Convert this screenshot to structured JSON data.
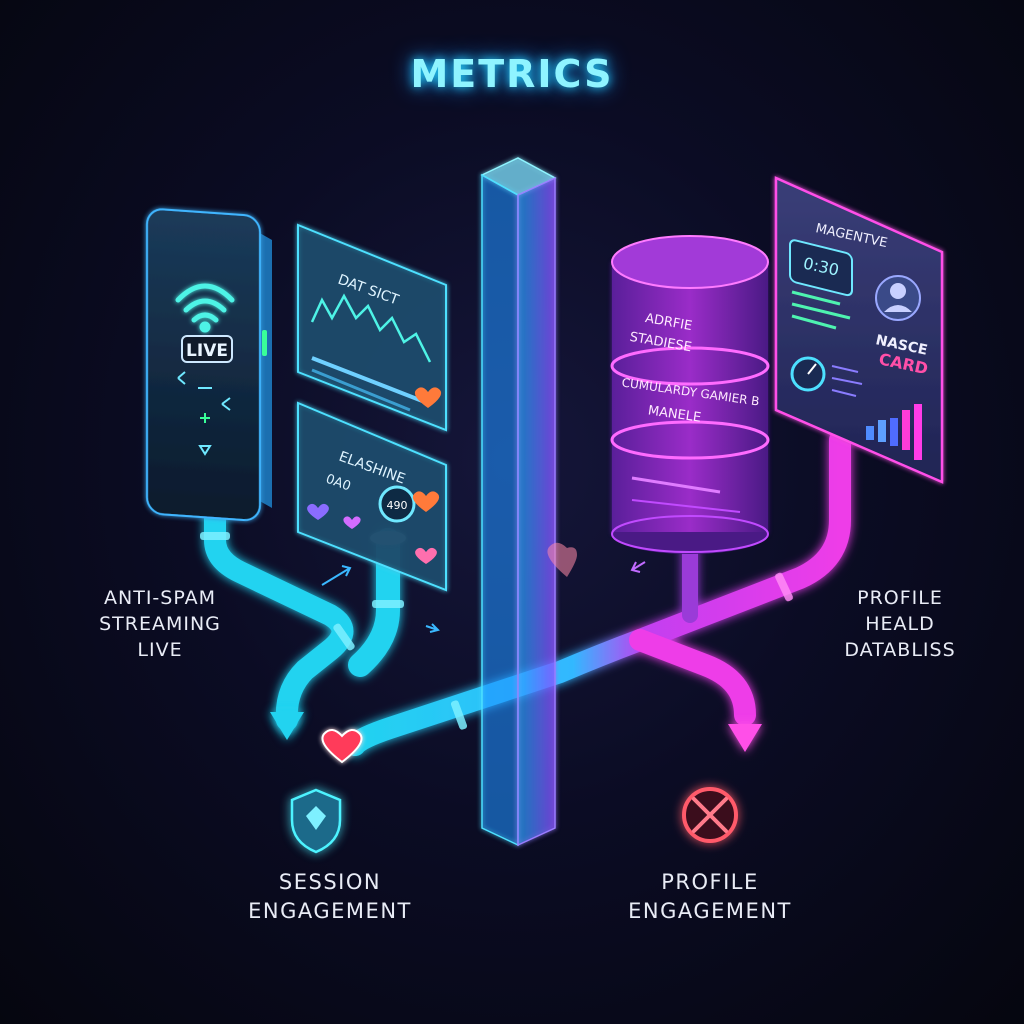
{
  "title": "METRICS",
  "phone": {
    "badge": "LIVE"
  },
  "panels": {
    "data_stats": {
      "title": "DAT SICT"
    },
    "engagement": {
      "title": "ELASHINE",
      "value": "0A0",
      "gauge": "490"
    }
  },
  "database": {
    "line1": "ADRFIE",
    "line2": "STADIESE",
    "line3": "CUMULARDY GAMIER B",
    "line4": "MANELE"
  },
  "profile_card": {
    "title": "MAGENTVE",
    "counter": "0:30",
    "name_line1": "NASCE",
    "name_line2": "CARD"
  },
  "labels": {
    "left": [
      "ANTI-SPAM",
      "STREAMING",
      "LIVE"
    ],
    "right": [
      "PROFILE",
      "HEALD",
      "DATABLISS"
    ],
    "session": [
      "SESSION",
      "ENGAGEMENT"
    ],
    "profile": [
      "PROFILE",
      "ENGAGEMENT"
    ]
  },
  "colors": {
    "cyan": "#22d3f0",
    "magenta": "#e83cf0",
    "purple": "#7b3fd0",
    "red": "#ff3b5a"
  },
  "icons": [
    "wifi-icon",
    "heart-icon",
    "shield-icon",
    "cancel-icon",
    "user-icon",
    "gauge-icon"
  ]
}
